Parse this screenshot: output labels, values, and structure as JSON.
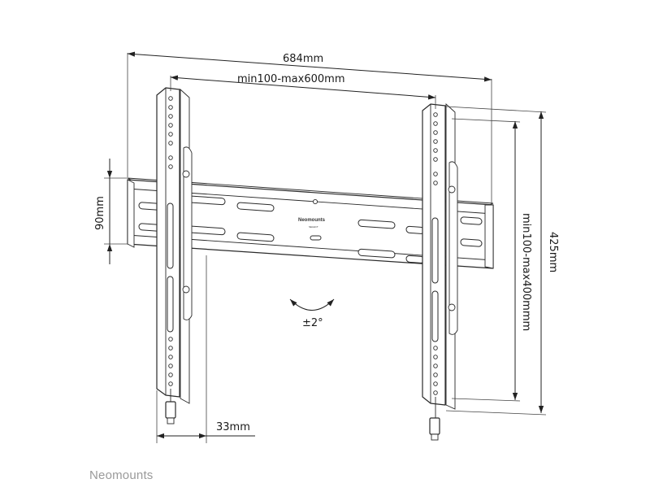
{
  "dimensions": {
    "overall_width": "684mm",
    "vesa_horizontal": "min100-max600mm",
    "rail_height": "90mm",
    "wall_distance": "33mm",
    "overall_height": "425mm",
    "vesa_vertical": "min100-max400mmm"
  },
  "tilt": {
    "label": "±2°"
  },
  "product_logo": {
    "brand": "Neomounts",
    "sub": "SELECT"
  },
  "footer": {
    "brand": "Neomounts"
  }
}
